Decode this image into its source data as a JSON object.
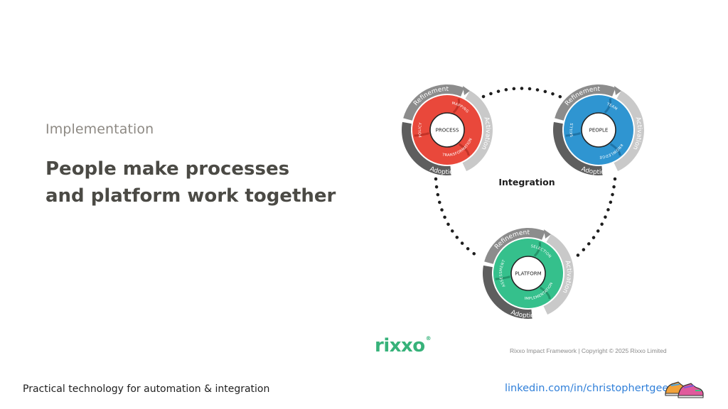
{
  "slide": {
    "eyebrow": "Implementation",
    "headline_line1": "People make processes",
    "headline_line2": "and platform work together"
  },
  "diagram": {
    "center_label": "Integration",
    "outer_labels": {
      "refinement": "Refinement",
      "activation": "Activation",
      "adoption": "Adoption"
    },
    "cycles": [
      {
        "hub": "PROCESS",
        "segments": [
          "MAPPING",
          "TRANSFORMATION",
          "POLICY"
        ],
        "color": "#e9483b",
        "dark": "#c23328"
      },
      {
        "hub": "PEOPLE",
        "segments": [
          "TEAM",
          "KNOWLEDGE",
          "SKILLS"
        ],
        "color": "#2f95d1",
        "dark": "#1f74a8"
      },
      {
        "hub": "PLATFORM",
        "segments": [
          "SELECTION",
          "IMPLEMENTATION",
          "ASSESSMENT"
        ],
        "color": "#35c08c",
        "dark": "#23956a"
      }
    ],
    "ring_colors": {
      "refinement": "#8c8c8c",
      "activation": "#c9c9c9",
      "adoption": "#5e5e5e"
    }
  },
  "brand": {
    "logo": "rixxo",
    "registered": "®",
    "color": "#37b27a"
  },
  "copyright": "Rixxo Impact Framework | Copyright © 2025 Rixxo Limited",
  "footer": {
    "tagline": "Practical technology for automation & integration",
    "link": "linkedin.com/in/christophertgee"
  },
  "icons": {
    "shoes": "sneakers-icon"
  }
}
